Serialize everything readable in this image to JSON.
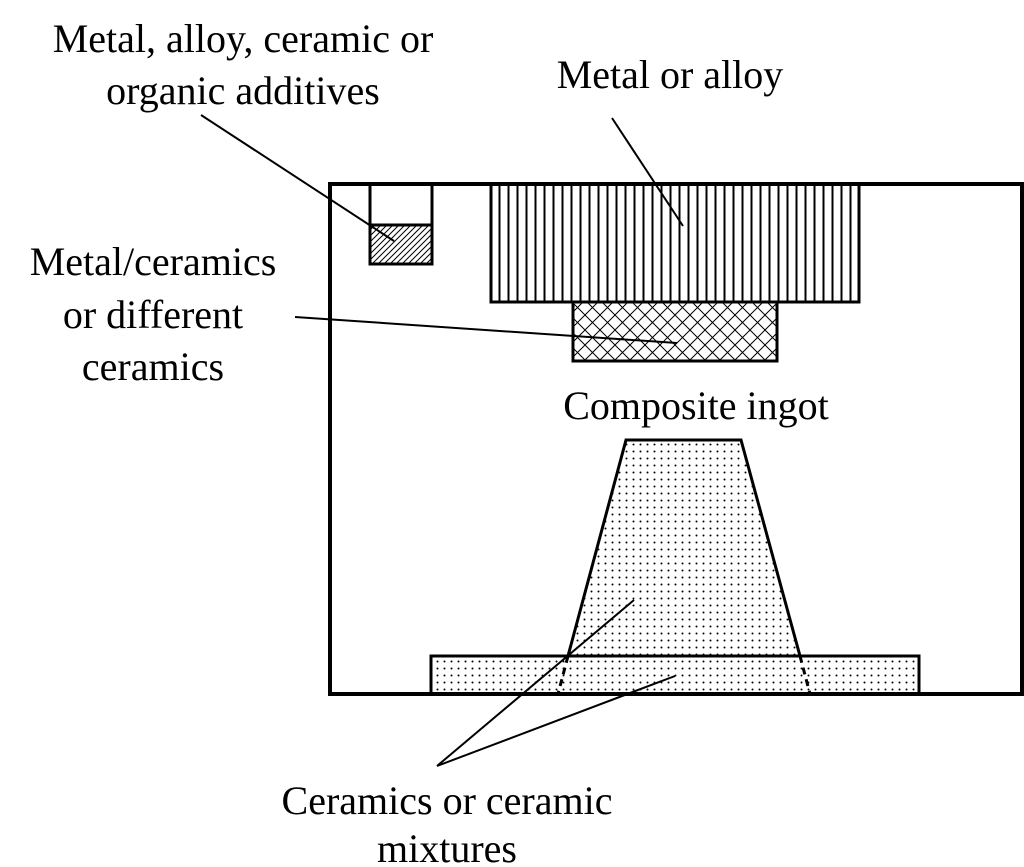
{
  "labels": {
    "additives": [
      "Metal, alloy, ceramic or",
      "organic additives"
    ],
    "metal_alloy": "Metal or alloy",
    "metal_ceramics": [
      "Metal/ceramics",
      "or different",
      "ceramics"
    ],
    "composite_ingot": "Composite ingot",
    "ceramics_mixtures": [
      "Ceramics or ceramic",
      "mixtures"
    ]
  },
  "colors": {
    "line": "#000000",
    "background": "#ffffff"
  }
}
